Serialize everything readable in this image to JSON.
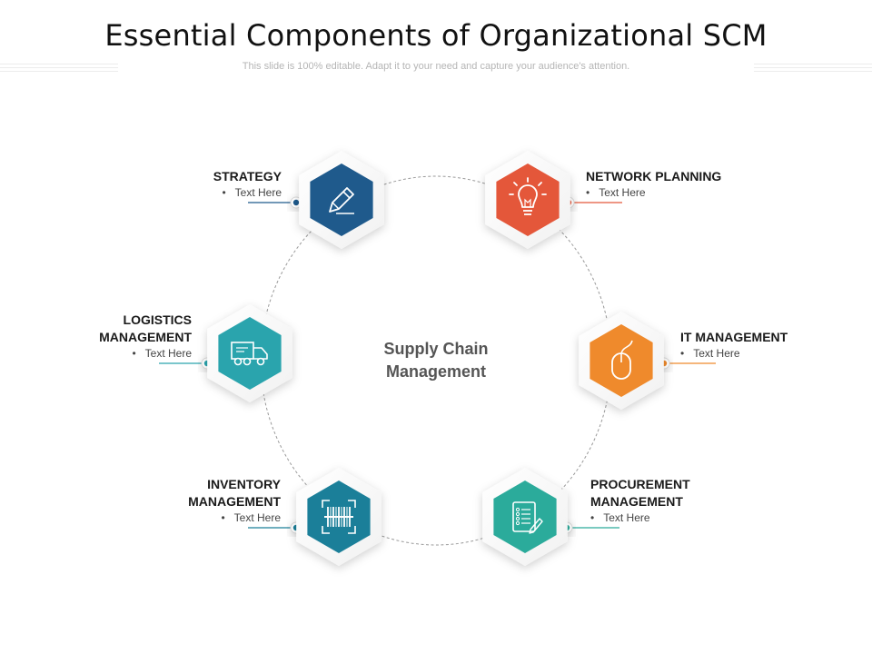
{
  "title": "Essential Components of Organizational SCM",
  "subtitle": "This slide is 100% editable. Adapt it to your need and capture your audience's attention.",
  "center": {
    "line1": "Supply Chain",
    "line2": "Management"
  },
  "components": [
    {
      "heading_lines": [
        "STRATEGY"
      ],
      "item": "Text Here",
      "color": "#1f5a8c",
      "icon": "pencil-icon"
    },
    {
      "heading_lines": [
        "NETWORK PLANNING"
      ],
      "item": "Text Here",
      "color": "#e4573a",
      "icon": "lightbulb-icon"
    },
    {
      "heading_lines": [
        "LOGISTICS",
        "MANAGEMENT"
      ],
      "item": "Text Here",
      "color": "#2aa4ad",
      "icon": "delivery-truck-icon"
    },
    {
      "heading_lines": [
        "IT MANAGEMENT"
      ],
      "item": "Text Here",
      "color": "#ef8a2c",
      "icon": "computer-mouse-icon"
    },
    {
      "heading_lines": [
        "INVENTORY",
        "MANAGEMENT"
      ],
      "item": "Text Here",
      "color": "#1b7f99",
      "icon": "barcode-scanner-icon"
    },
    {
      "heading_lines": [
        "PROCUREMENT",
        "MANAGEMENT"
      ],
      "item": "Text Here",
      "color": "#2bab9b",
      "icon": "checklist-icon"
    }
  ]
}
